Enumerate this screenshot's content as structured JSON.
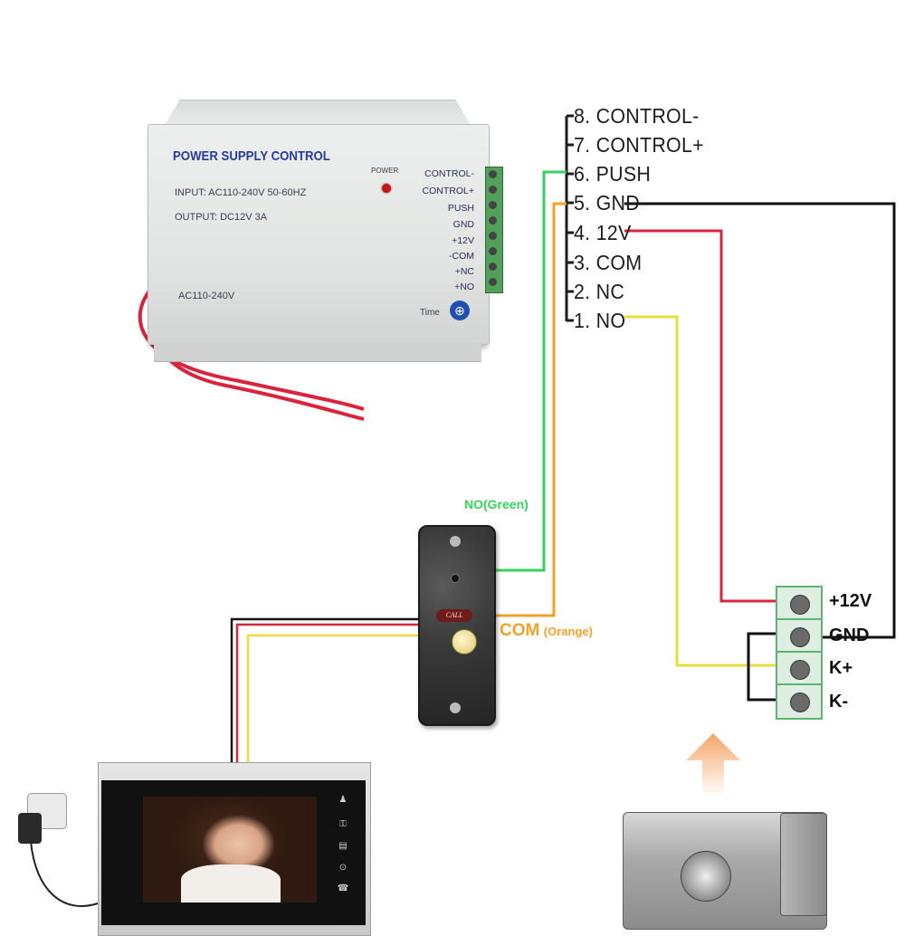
{
  "power_supply": {
    "title": "POWER SUPPLY CONTROL",
    "input": "INPUT: AC110-240V  50-60HZ",
    "output": "OUTPUT: DC12V  3A",
    "power_label": "POWER",
    "ac_label": "AC110-240V",
    "time_label": "Time",
    "terminals": [
      "CONTROL-",
      "CONTROL+",
      "PUSH",
      "GND",
      "+12V",
      "-COM",
      "+NC",
      "+NO"
    ]
  },
  "pins": [
    "8. CONTROL-",
    "7. CONTROL+",
    "6. PUSH",
    "5. GND",
    "4. 12V",
    "3. COM",
    "2. NC",
    "1. NO"
  ],
  "wire_labels": {
    "no_green": "NO(Green)",
    "com_main": "COM",
    "com_sub": "(Orange)"
  },
  "door_station": {
    "call_label": "CALL"
  },
  "lock_terminals": [
    "+12V",
    "GND",
    "K+",
    "K-"
  ],
  "colors": {
    "green": "#35d25e",
    "orange": "#f0a22a",
    "red": "#d8243c",
    "yellow": "#e6de3a",
    "black": "#111111",
    "psu_title": "#273c9a"
  },
  "icons": [
    "power-adapter-icon",
    "wall-socket-icon",
    "up-arrow-icon",
    "screw-icon"
  ]
}
